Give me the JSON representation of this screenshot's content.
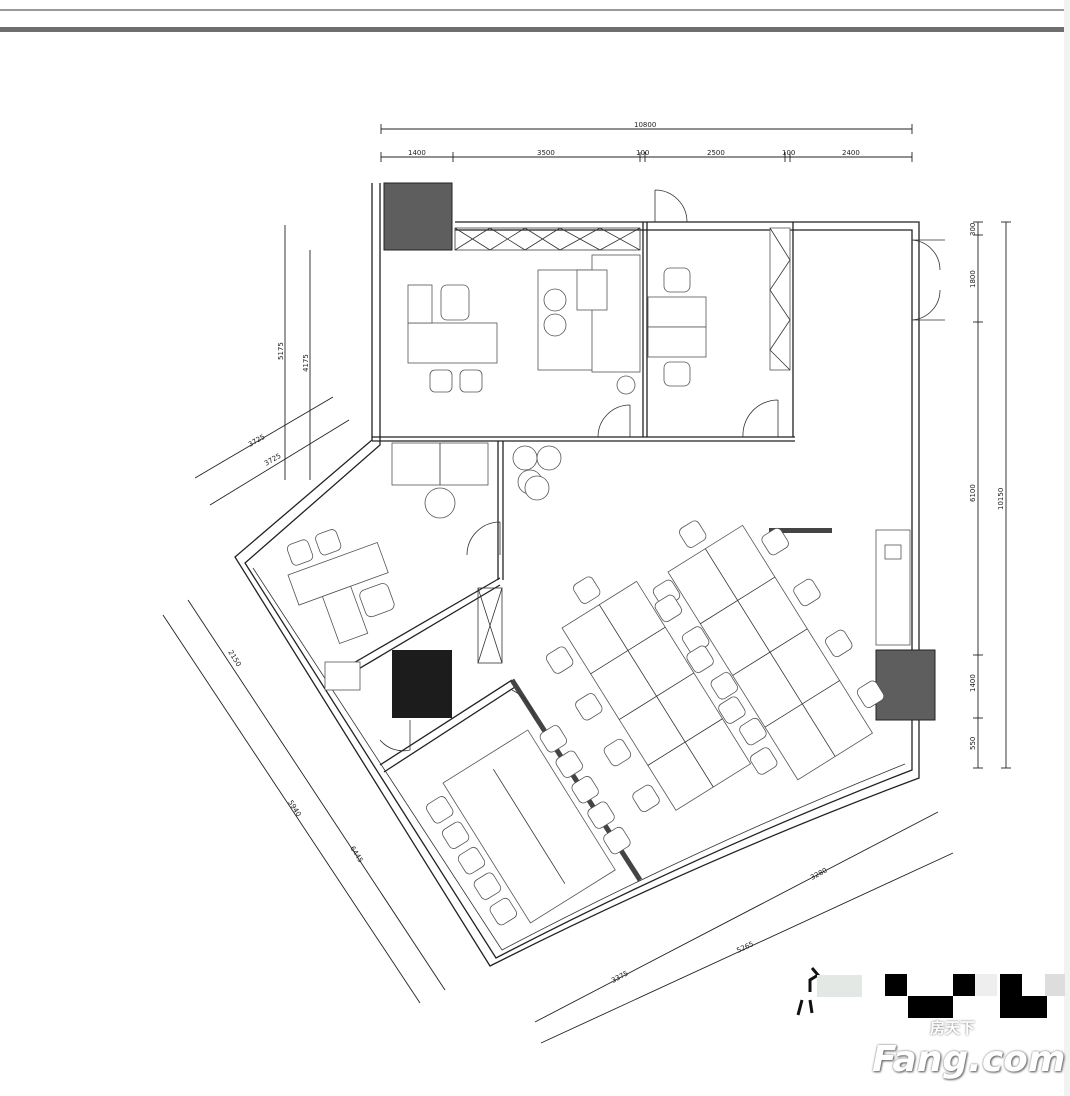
{
  "drawing": {
    "type": "office floor plan",
    "dimensions": {
      "top_total": "10800",
      "top_segments": [
        "1400",
        "3500",
        "100",
        "2500",
        "100",
        "2400"
      ],
      "right_segments": [
        "300",
        "1800",
        "6100",
        "1400",
        "550"
      ],
      "right_total": "10150",
      "left_vertical": [
        "5175",
        "4175"
      ],
      "left_diagonal_upper": [
        "3725",
        "3725"
      ],
      "left_diagonal_lower": [
        "2150",
        "6445",
        "5940"
      ],
      "bottom_diagonal": [
        "3375",
        "3280",
        "5265"
      ]
    },
    "colors": {
      "wall": "#222222",
      "core_dark": "#1c1c1c",
      "core_gray": "#5e5e5e"
    }
  },
  "watermark": {
    "brand": "Fang.com",
    "brand_cn": "房天下"
  }
}
